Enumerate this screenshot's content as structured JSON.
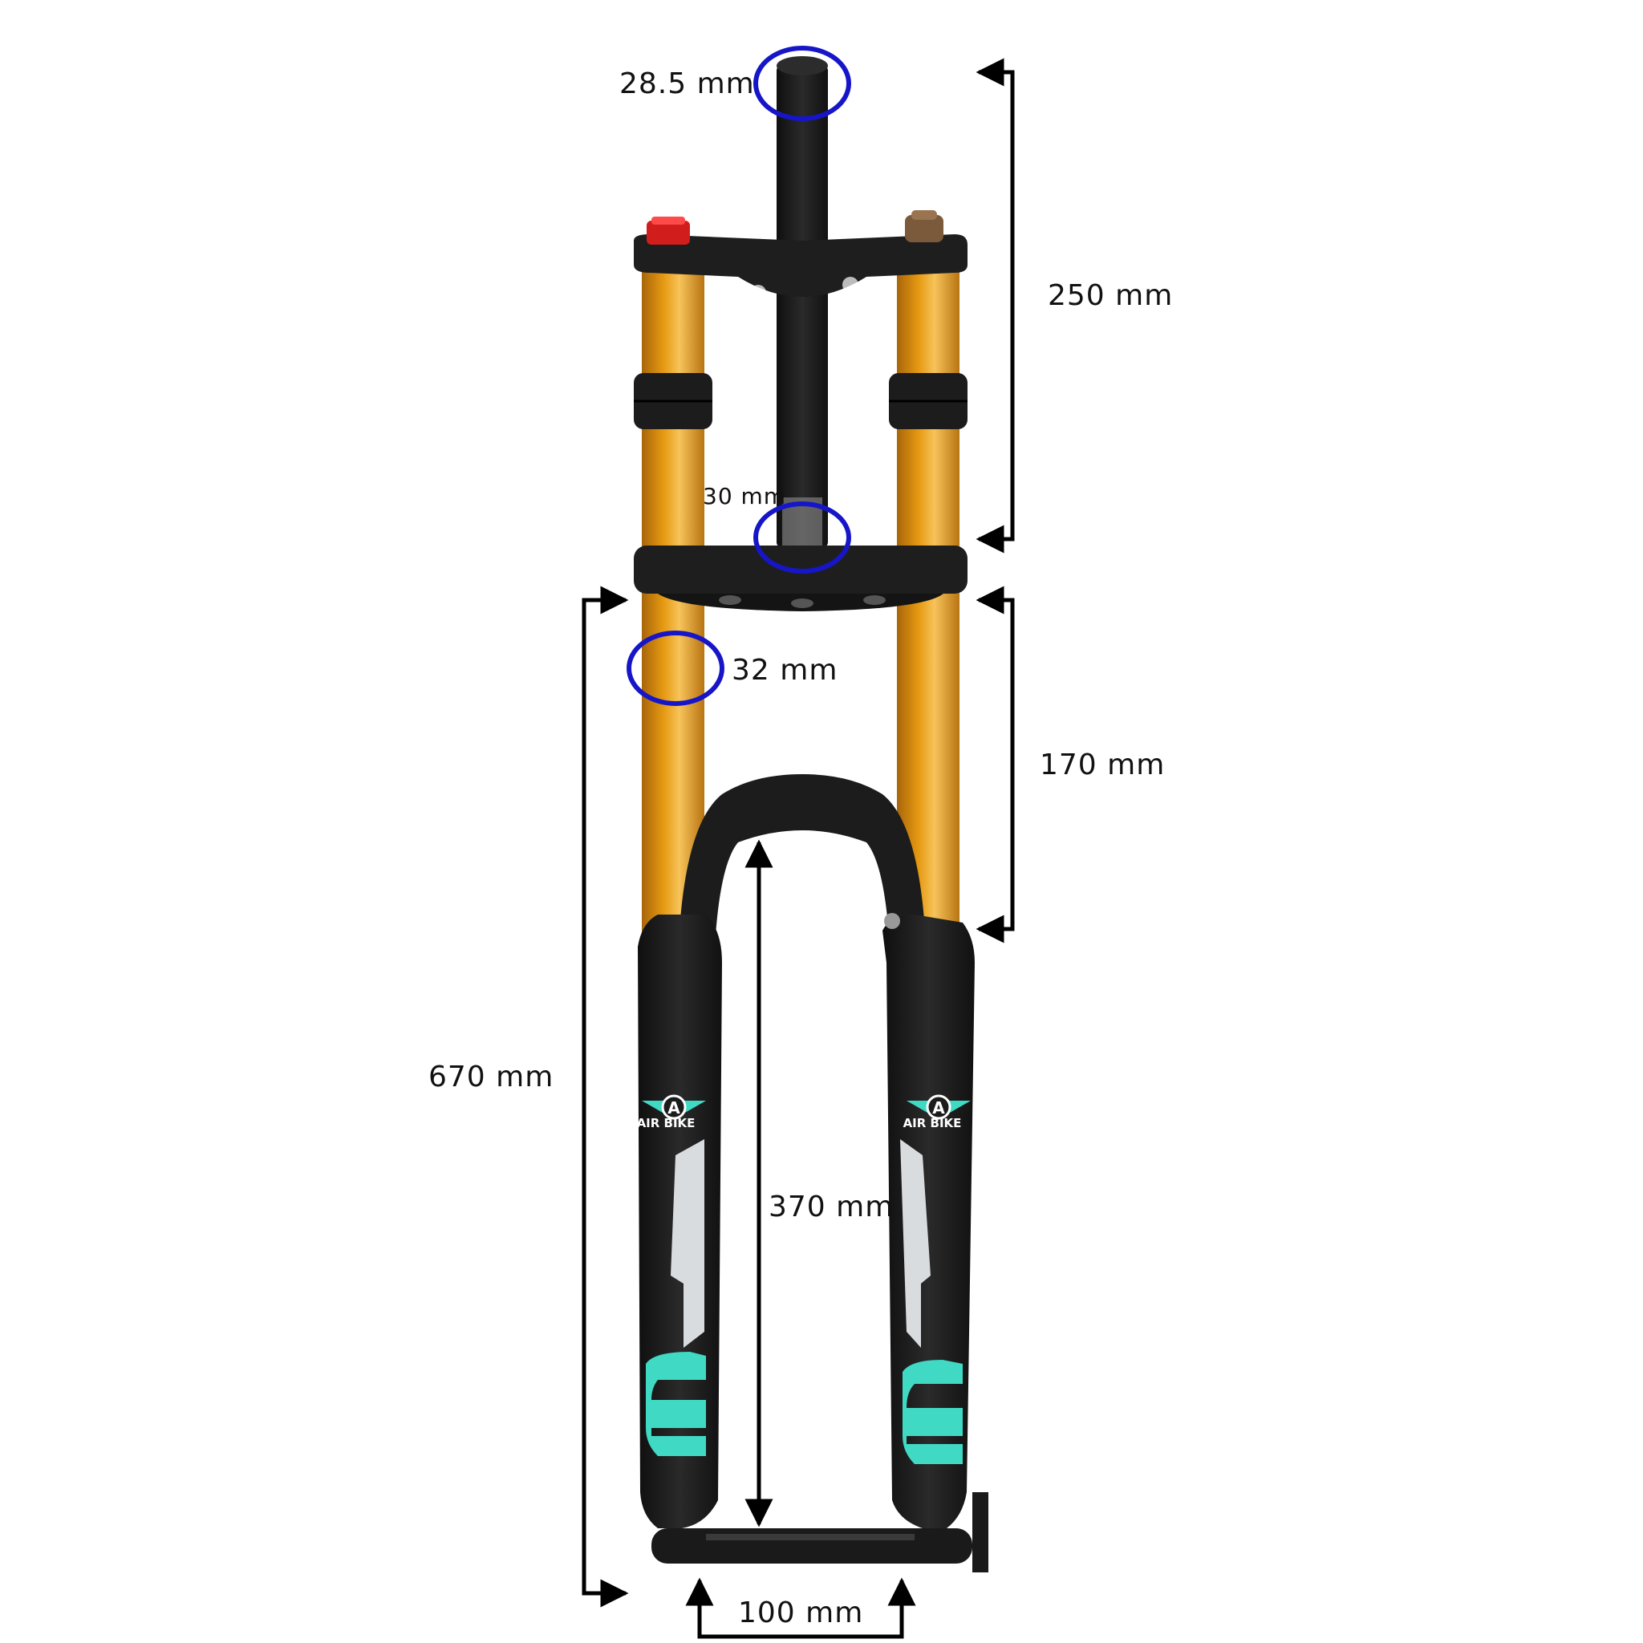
{
  "colors": {
    "stanchion": "#e69a12",
    "stanchion_highlight": "#f7c35a",
    "stanchion_shadow": "#a8650a",
    "black_part": "#1c1c1c",
    "teal_accent": "#3fd9c4",
    "silver_decal": "#d9dcdf",
    "knob_red": "#d21d1d",
    "knob_bronze": "#7a5a3a",
    "circle_highlight": "#1616c8",
    "dimension_line": "#000000"
  },
  "labels": {
    "steerer_diameter": "28.5 mm",
    "steerer_length": "250 mm",
    "steerer_base_diameter": "30 mm",
    "stanchion_diameter": "32 mm",
    "exposed_stanchion": "170 mm",
    "overall_length": "670 mm",
    "arch_clearance": "370 mm",
    "axle_width": "100 mm"
  },
  "brand": {
    "logo_text": "AIR BIKE",
    "logo_initial": "A"
  },
  "icons": {
    "measure_circle": "measure-circle-icon",
    "dimension_arrow": "dimension-arrow-icon"
  }
}
